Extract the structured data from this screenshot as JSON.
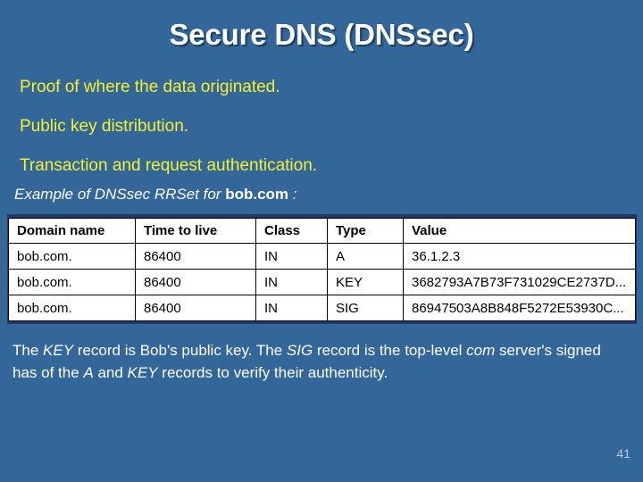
{
  "slide": {
    "title": "Secure DNS (DNSsec)",
    "page_number": "41",
    "background_color": "#336699",
    "bullet_color": "#f2f231",
    "text_color": "#ffffff",
    "table_border_color": "#1f3864"
  },
  "bullets": [
    {
      "text": "Proof of where the data originated."
    },
    {
      "text": "Public key distribution."
    },
    {
      "text": "Transaction and request authentication."
    }
  ],
  "example": {
    "prefix": "Example of DNSsec RRSet for ",
    "domain": "bob.com",
    "suffix": " :"
  },
  "table": {
    "headers": [
      "Domain name",
      "Time to live",
      "Class",
      "Type",
      "Value"
    ],
    "rows": [
      {
        "domain": "bob.com.",
        "ttl": "86400",
        "class": "IN",
        "type": "A",
        "value": "36.1.2.3"
      },
      {
        "domain": "bob.com.",
        "ttl": "86400",
        "class": "IN",
        "type": "KEY",
        "value": "3682793A7B73F731029CE2737D..."
      },
      {
        "domain": "bob.com.",
        "ttl": "86400",
        "class": "IN",
        "type": "SIG",
        "value": "86947503A8B848F5272E53930C..."
      }
    ]
  },
  "body": {
    "p1_a": "The ",
    "p1_i1": "KEY",
    "p1_b": " record is Bob's public key.  The ",
    "p1_i2": "SIG",
    "p1_c": " record is the top-level ",
    "p1_i3": "com",
    "p1_d": " server's signed has of the ",
    "p1_i4": "A",
    "p1_e": " and ",
    "p1_i5": "KEY",
    "p1_f": "  records to verify their authenticity."
  }
}
